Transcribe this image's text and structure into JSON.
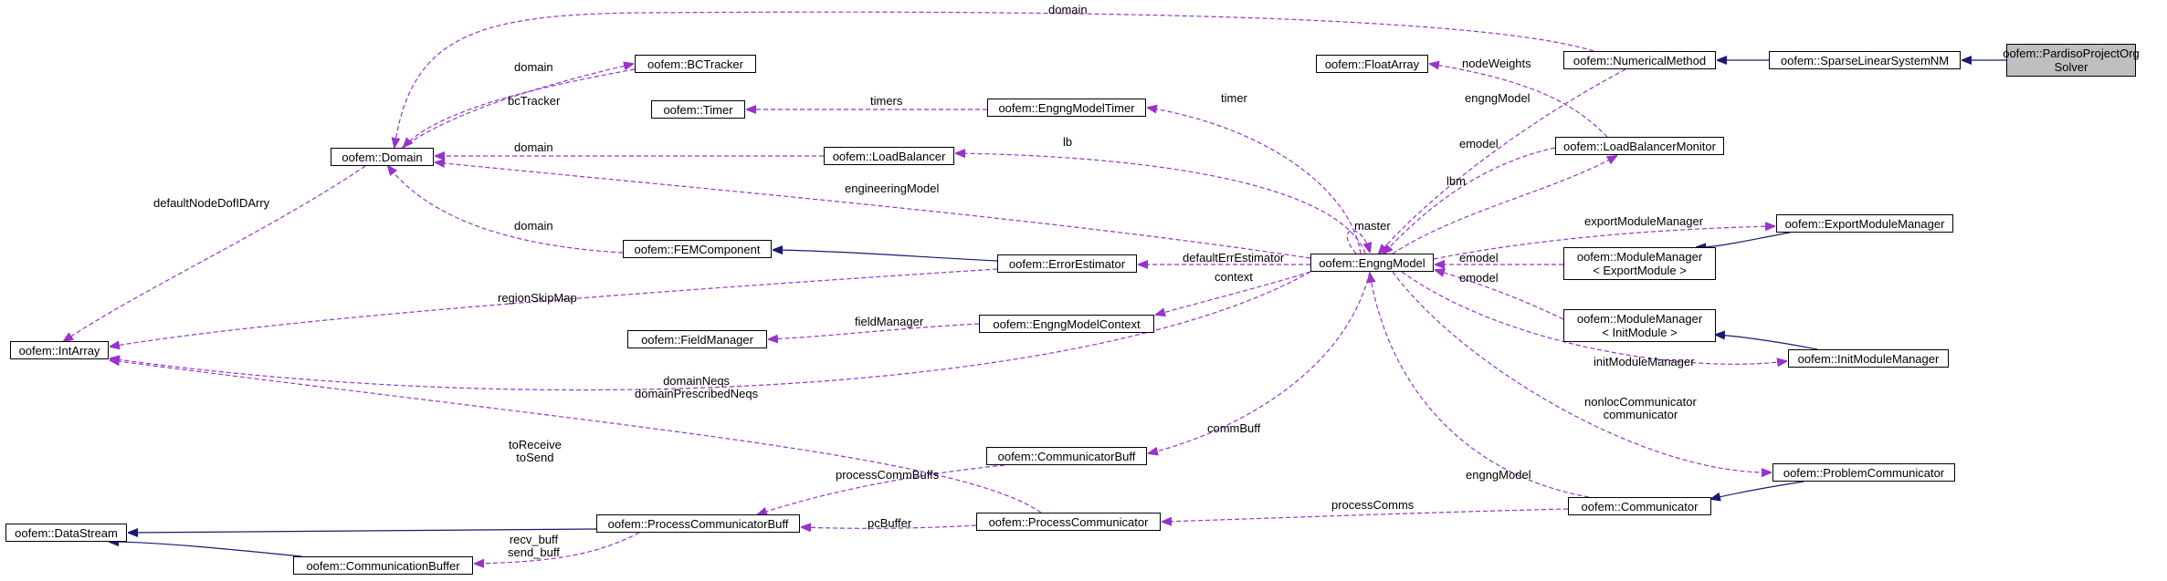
{
  "nodes": {
    "pardiso": [
      "oofem::PardisoProjectOrg",
      "Solver"
    ],
    "sparseLinear": [
      "oofem::SparseLinearSystemNM"
    ],
    "numericalMethod": [
      "oofem::NumericalMethod"
    ],
    "floatArray": [
      "oofem::FloatArray"
    ],
    "loadBalancerMonitor": [
      "oofem::LoadBalancerMonitor"
    ],
    "engngModel": [
      "oofem::EngngModel"
    ],
    "exportModuleManager": [
      "oofem::ExportModuleManager"
    ],
    "moduleManagerExport": [
      "oofem::ModuleManager",
      "< ExportModule >"
    ],
    "moduleManagerInit": [
      "oofem::ModuleManager",
      "< InitModule >"
    ],
    "initModuleManager": [
      "oofem::InitModuleManager"
    ],
    "problemCommunicator": [
      "oofem::ProblemCommunicator"
    ],
    "communicator": [
      "oofem::Communicator"
    ],
    "bcTracker": [
      "oofem::BCTracker"
    ],
    "timer": [
      "oofem::Timer"
    ],
    "engngModelTimer": [
      "oofem::EngngModelTimer"
    ],
    "domain": [
      "oofem::Domain"
    ],
    "loadBalancer": [
      "oofem::LoadBalancer"
    ],
    "femComponent": [
      "oofem::FEMComponent"
    ],
    "errorEstimator": [
      "oofem::ErrorEstimator"
    ],
    "intArray": [
      "oofem::IntArray"
    ],
    "fieldManager": [
      "oofem::FieldManager"
    ],
    "engngModelContext": [
      "oofem::EngngModelContext"
    ],
    "communicatorBuff": [
      "oofem::CommunicatorBuff"
    ],
    "dataStream": [
      "oofem::DataStream"
    ],
    "processCommunicatorBuff": [
      "oofem::ProcessCommunicatorBuff"
    ],
    "processCommunicator": [
      "oofem::ProcessCommunicator"
    ],
    "communicationBuffer": [
      "oofem::CommunicationBuffer"
    ]
  },
  "edge_labels": {
    "domain_top": [
      "domain"
    ],
    "nodeWeights": [
      "nodeWeights"
    ],
    "engngModel_nm": [
      "engngModel"
    ],
    "domain_bct": [
      "domain"
    ],
    "bcTracker": [
      "bcTracker"
    ],
    "timers": [
      "timers"
    ],
    "timer": [
      "timer"
    ],
    "domain_lb": [
      "domain"
    ],
    "lb": [
      "lb"
    ],
    "emodel_lbm": [
      "emodel"
    ],
    "lbm": [
      "lbm"
    ],
    "engineeringModel": [
      "engineeringModel"
    ],
    "defaultNodeDofIDArry": [
      "defaultNodeDofIDArry"
    ],
    "domain_fem": [
      "domain"
    ],
    "master": [
      "master"
    ],
    "exportModuleManager": [
      "exportModuleManager"
    ],
    "defaultErrEstimator": [
      "defaultErrEstimator"
    ],
    "emodel_mm1": [
      "emodel"
    ],
    "emodel_mm2": [
      "emodel"
    ],
    "context": [
      "context"
    ],
    "regionSkipMap": [
      "regionSkipMap"
    ],
    "fieldManager": [
      "fieldManager"
    ],
    "initModuleManager": [
      "initModuleManager"
    ],
    "domainNeqs": [
      "domainNeqs",
      "domainPrescribedNeqs"
    ],
    "nonlocCommunicator": [
      "nonlocCommunicator",
      "communicator"
    ],
    "commBuff": [
      "commBuff"
    ],
    "toReceive": [
      "toReceive",
      "toSend"
    ],
    "processCommBuffs": [
      "processCommBuffs"
    ],
    "engngModel_comm": [
      "engngModel"
    ],
    "processComms": [
      "processComms"
    ],
    "recvBuff": [
      "recv_buff",
      "send_buff"
    ],
    "pcBuffer": [
      "pcBuffer"
    ]
  },
  "colors": {
    "inheritance": "#191970",
    "usage": "#9a32cd",
    "highlighted_node": "#bfbfbf"
  }
}
